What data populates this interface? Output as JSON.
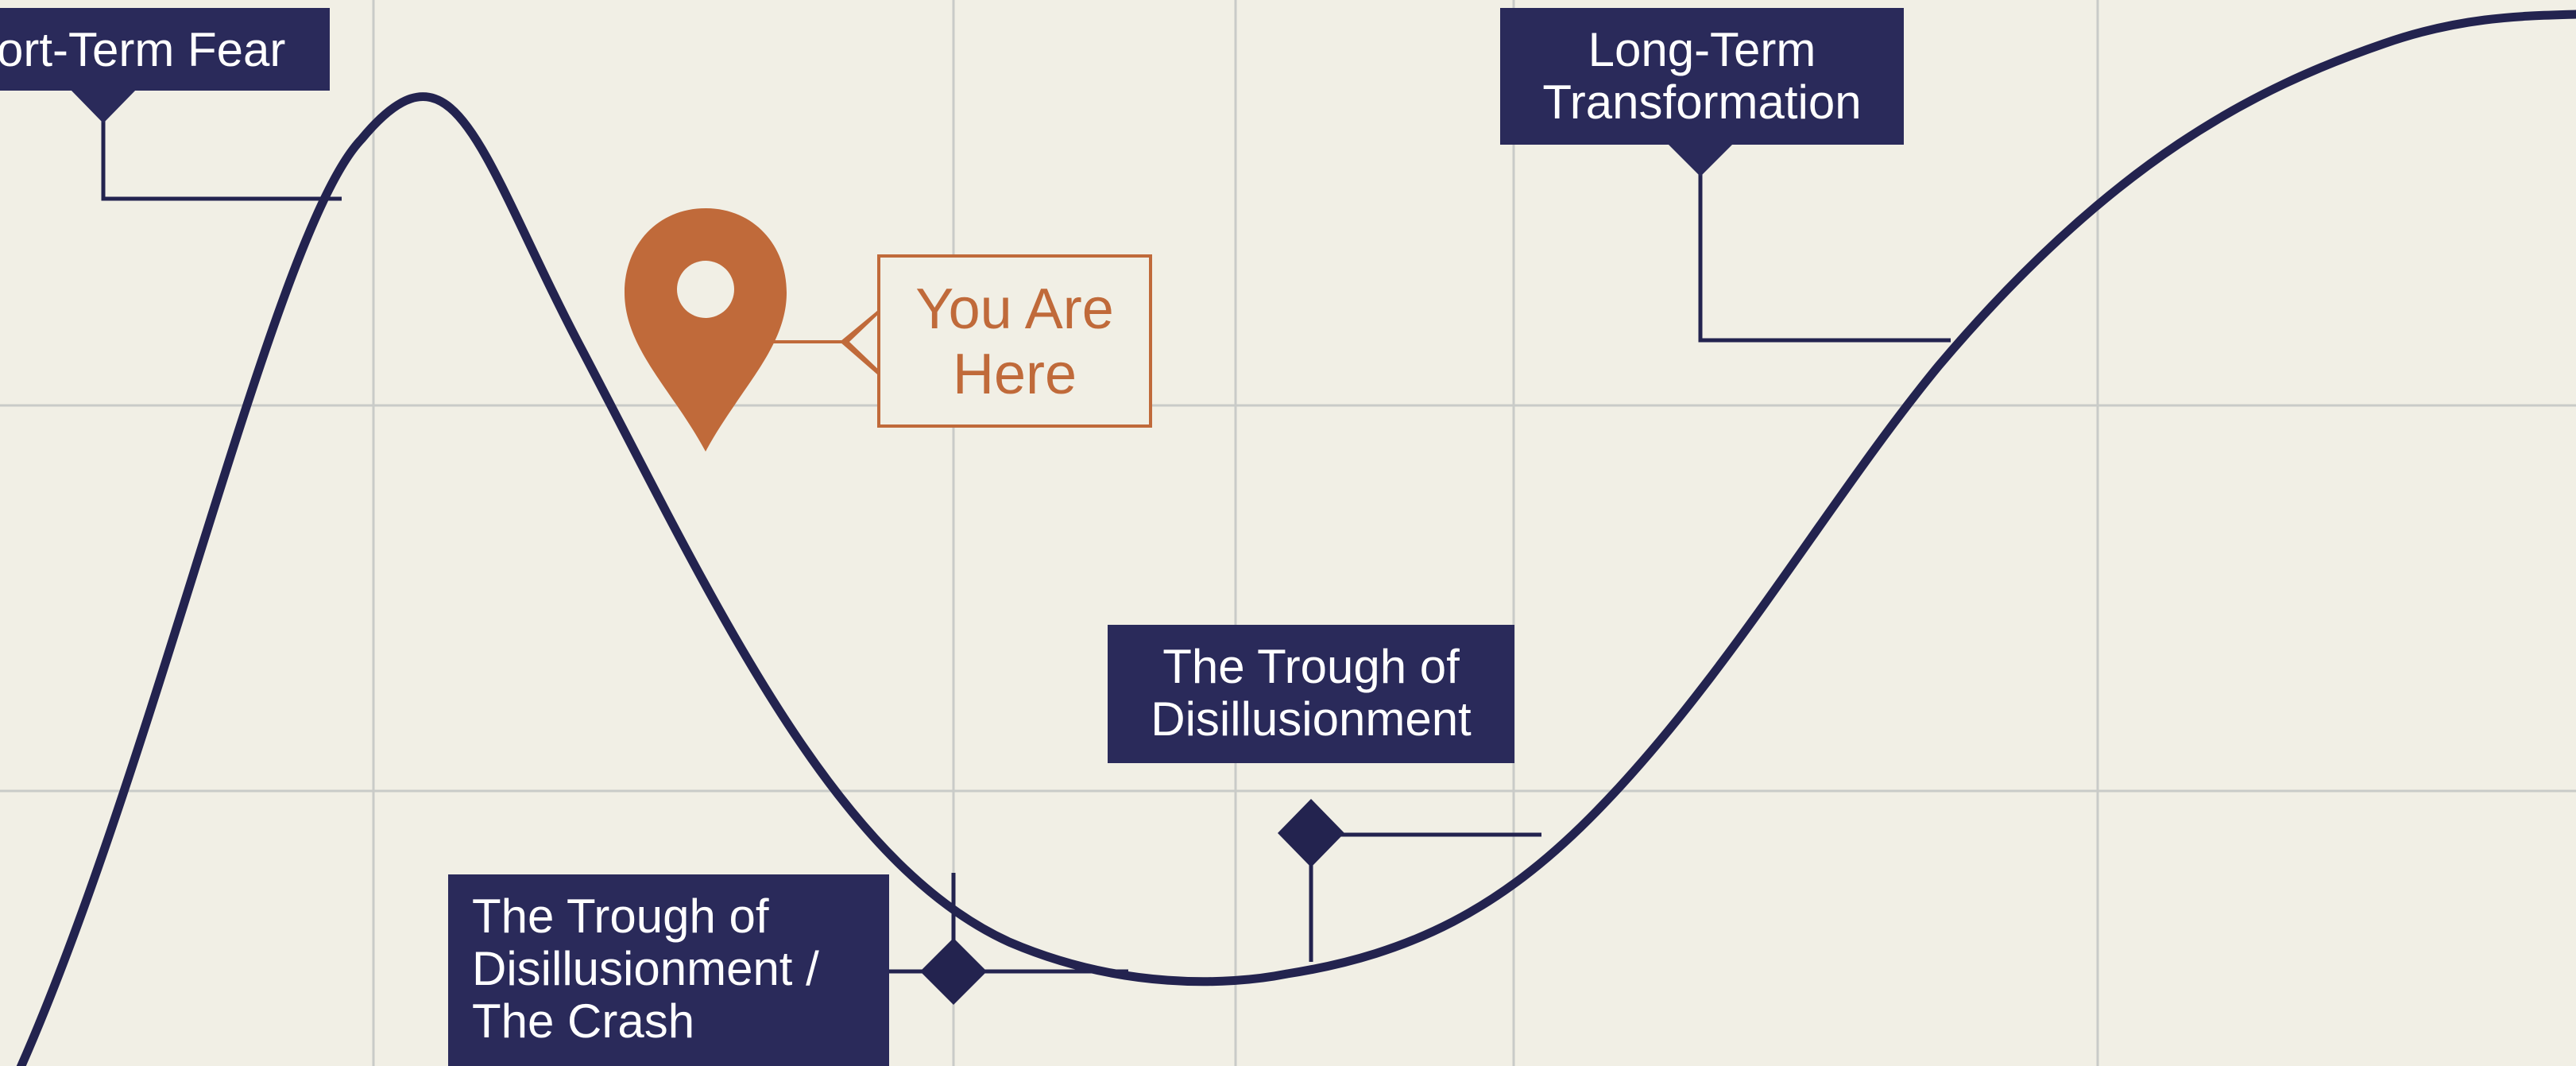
{
  "colors": {
    "background": "#f1efe5",
    "grid": "#c9cbc8",
    "curve": "#23234f",
    "label_fill": "#2a2a5a",
    "label_text": "#ffffff",
    "marker_accent": "#c06a3a"
  },
  "annotations": {
    "fear": {
      "lines": [
        "ort-Term Fear"
      ]
    },
    "long_term": {
      "lines": [
        "Long-Term",
        "Transformation"
      ]
    },
    "you_are_here": {
      "lines": [
        "You Are",
        "Here"
      ]
    },
    "trough": {
      "lines": [
        "The Trough of",
        "Disillusionment"
      ]
    },
    "crash": {
      "lines": [
        "The Trough of",
        "Disillusionment /",
        "The Crash"
      ]
    }
  },
  "icons": {
    "location_pin": "map-pin-icon",
    "milestone_marker": "diamond-icon"
  }
}
